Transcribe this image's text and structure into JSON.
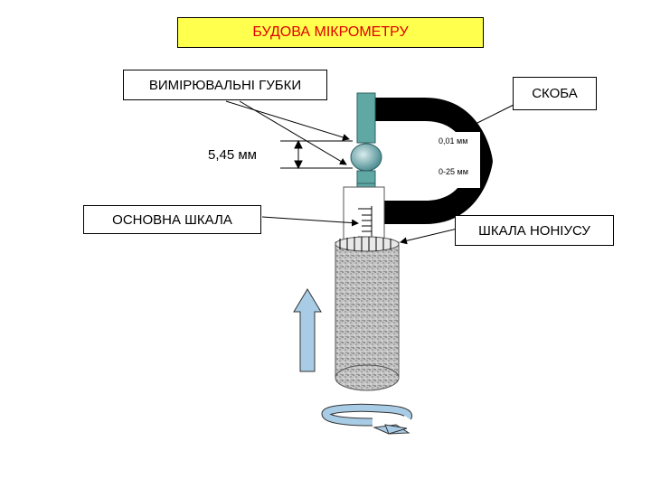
{
  "title": "БУДОВА МІКРОМЕТРУ",
  "labels": {
    "jaws": "ВИМІРЮВАЛЬНІ ГУБКИ",
    "frame": "СКОБА",
    "main_scale": "ОСНОВНА ШКАЛА",
    "vernier_scale": "ШКАЛА НОНІУСУ",
    "measurement": "5,45 мм",
    "resolution": "0,01 мм",
    "range": "0-25 мм"
  },
  "colors": {
    "title_bg": "#ffff4d",
    "title_text": "#e00000",
    "spindle": "#5fa8a4",
    "frame": "#000000",
    "arrow_fill": "#a9cce6"
  }
}
